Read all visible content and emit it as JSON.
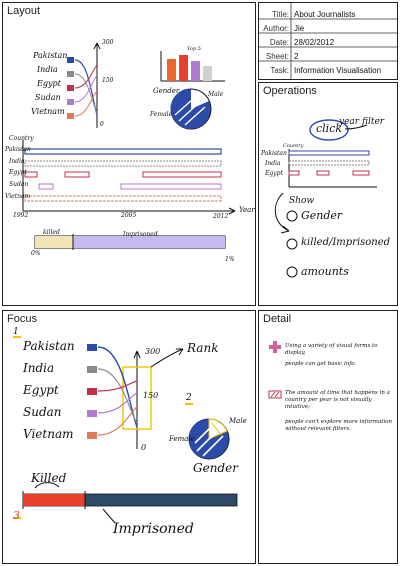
{
  "panels": {
    "layout": "Layout",
    "operations": "Operations",
    "focus": "Focus",
    "detail": "Detail"
  },
  "meta": [
    {
      "key": "Title:",
      "value": "About Journalists"
    },
    {
      "key": "Author:",
      "value": "Jie"
    },
    {
      "key": "Date:",
      "value": "28/02/2012"
    },
    {
      "key": "Sheet:",
      "value": "2"
    },
    {
      "key": "Task:",
      "value": "Information Visualisation"
    }
  ],
  "countries": [
    "Pakistan",
    "India",
    "Egypt",
    "Sudan",
    "Vietnam"
  ],
  "layout_sketch": {
    "scale_high": "300",
    "scale_mid": "150",
    "scale_low": "0",
    "gender_label": "Gender",
    "male": "Male",
    "female": "Female",
    "country_axis": "Country",
    "years": [
      "1992",
      "2005",
      "2012"
    ],
    "year_axis": "Year",
    "killed": "killed",
    "imprisoned": "Imprisoned",
    "pct_start": "0%",
    "pct_end": "1%",
    "top_label": "Top 5"
  },
  "operations": {
    "click": "click",
    "year_filter": "year filter",
    "country": "Country",
    "countries": [
      "Pakistan",
      "India",
      "Egypt"
    ],
    "show": "Show",
    "items": [
      "Gender",
      "killed/Imprisoned",
      "amounts"
    ]
  },
  "focus": {
    "marker1": "1",
    "marker2": "2",
    "marker3": "3",
    "rank": "Rank",
    "scale_high": "300",
    "scale_mid": "150",
    "scale_low": "0",
    "gender": "Gender",
    "male": "Male",
    "female": "Female",
    "killed": "Killed",
    "imprisoned": "Imprisoned"
  },
  "detail": {
    "notes": [
      "Using a variety of visual forms to display,",
      "people can get basic info.",
      "The amount of time that happens in a country per year is not visually intuitive;",
      "people can't explore more information without relevant filters."
    ]
  },
  "colors": {
    "pakistan": "#2c4aa8",
    "india": "#8a8a8a",
    "egypt": "#c0304a",
    "sudan": "#b07ad0",
    "vietnam": "#e07a5a",
    "killed": "#e8402a",
    "imprisoned": "#2e4a66",
    "highlight": "#f2c200",
    "detail_cross": "#d060a0"
  }
}
